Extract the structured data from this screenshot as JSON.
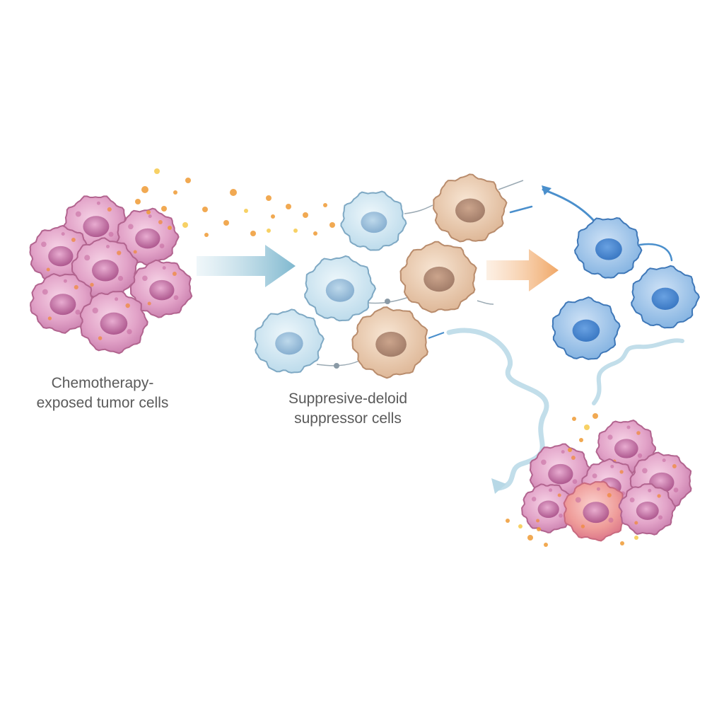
{
  "labels": {
    "tumor_line1": "Chemotherapy-",
    "tumor_line2": "exposed tumor cells",
    "mdsc_line1": "Suppresive-deloid",
    "mdsc_line2": "suppressor cells"
  },
  "colors": {
    "tumor_cell": "#d98bb8",
    "tumor_nucleus": "#b0568f",
    "tumor_spot": "#ef8a3c",
    "suppressor_light": "#cfe6f2",
    "suppressor_tan": "#e9c9a9",
    "effector_blue": "#5a97d4",
    "particle": "#f0a43c",
    "arrow_blue": "#8fc4d8",
    "arrow_orange": "#f2b27a"
  }
}
